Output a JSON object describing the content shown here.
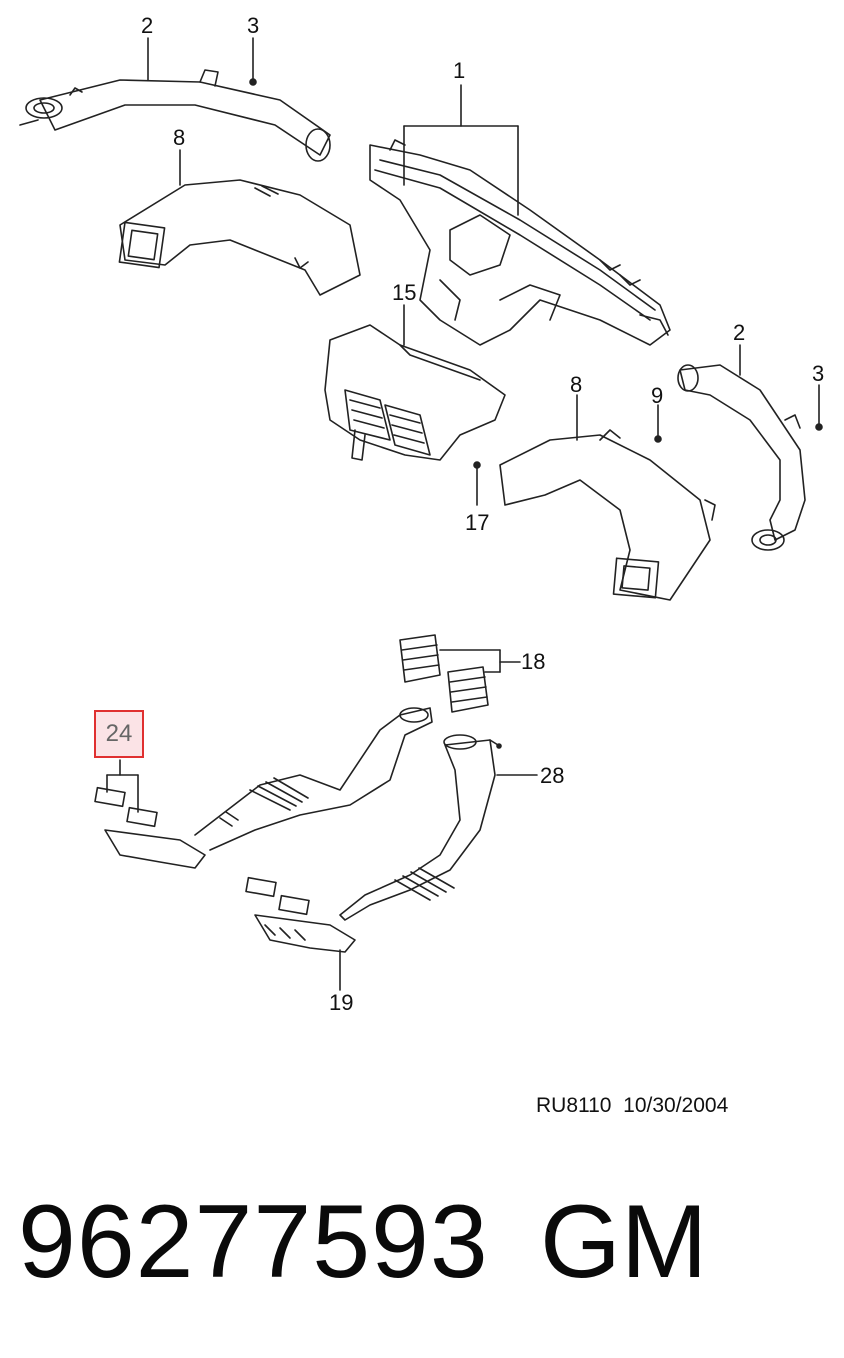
{
  "diagram": {
    "callouts": {
      "c1": "1",
      "c2_top": "2",
      "c3_top": "3",
      "c8_left": "8",
      "c15": "15",
      "c2_right": "2",
      "c3_right": "3",
      "c8_right": "8",
      "c9": "9",
      "c17": "17",
      "c18": "18",
      "c24": "24",
      "c28": "28",
      "c19": "19"
    },
    "highlight_color": "#e03030"
  },
  "footer": {
    "ref_code": "RU8110  10/30/2004",
    "part_number": "96277593",
    "brand": "GM"
  }
}
